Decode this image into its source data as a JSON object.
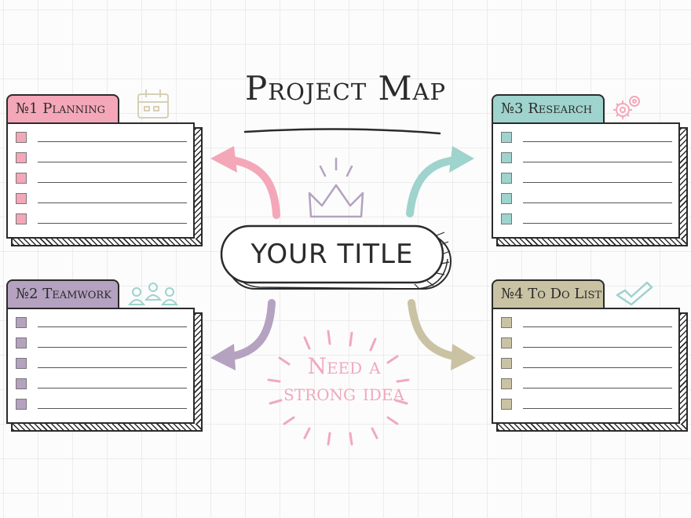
{
  "title": "Project Map",
  "center": {
    "label": "YOUR TITLE"
  },
  "idea": {
    "line1": "Need a",
    "line2": "strong idea"
  },
  "colors": {
    "planning": "#f4a7b9",
    "research": "#9fd3cd",
    "teamwork": "#b4a2c0",
    "todo": "#c9c3a4",
    "ink": "#2b2b2b",
    "idea": "#f0a9bd"
  },
  "panels": [
    {
      "id": "planning",
      "label": "№1 Planning",
      "color": "#f4a7b9",
      "icon": "calendar-icon",
      "items": [
        "",
        "",
        "",
        "",
        ""
      ]
    },
    {
      "id": "research",
      "label": "№3 Research",
      "color": "#9fd3cd",
      "icon": "gears-icon",
      "items": [
        "",
        "",
        "",
        "",
        ""
      ]
    },
    {
      "id": "teamwork",
      "label": "№2 Teamwork",
      "color": "#b4a2c0",
      "icon": "team-icon",
      "items": [
        "",
        "",
        "",
        "",
        ""
      ]
    },
    {
      "id": "todo",
      "label": "№4 To Do List",
      "color": "#c9c3a4",
      "icon": "checkmark-icon",
      "items": [
        "",
        "",
        "",
        "",
        ""
      ]
    }
  ]
}
